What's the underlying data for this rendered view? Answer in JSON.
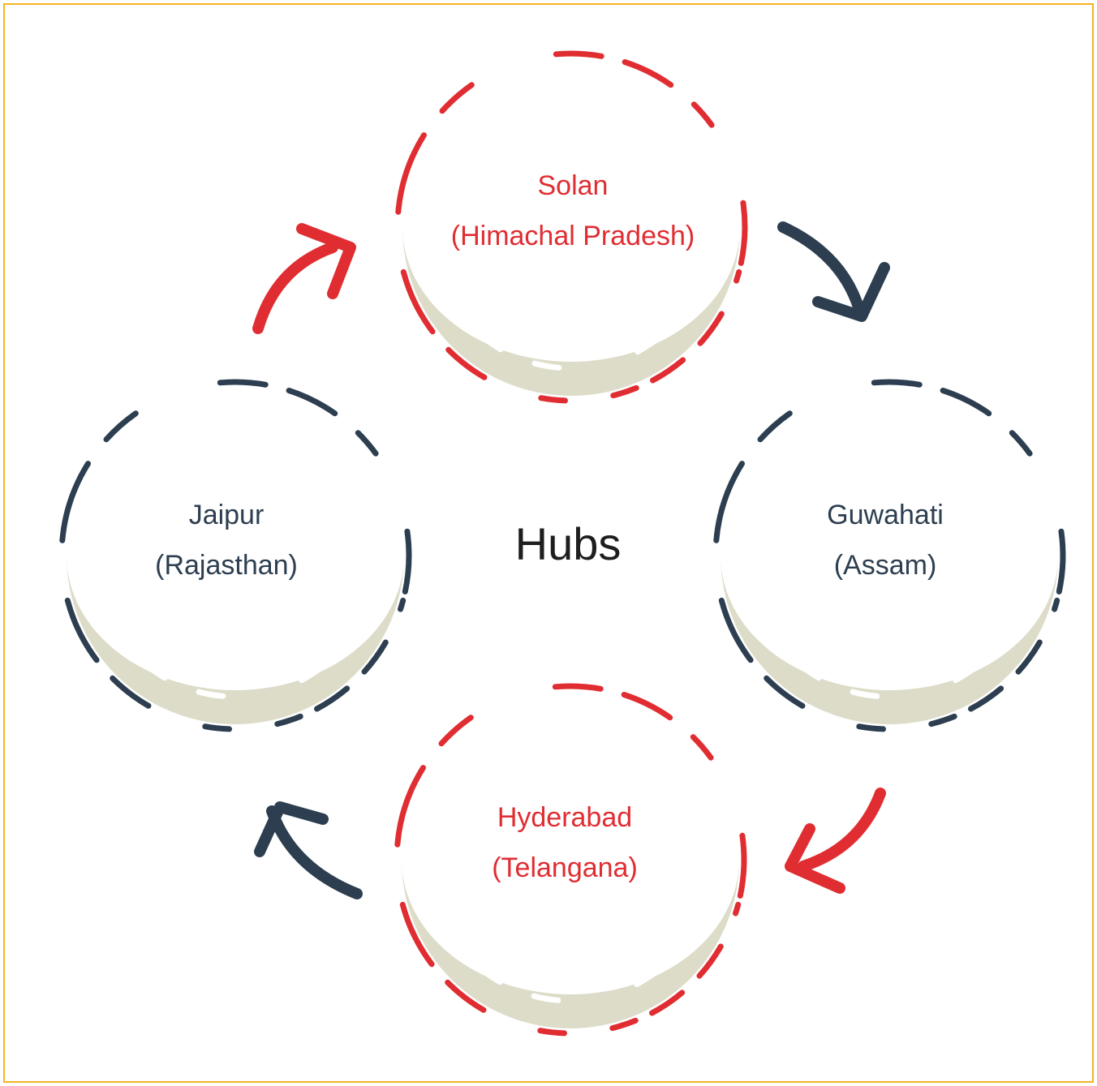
{
  "center": {
    "title": "Hubs"
  },
  "hubs": [
    {
      "id": "solan",
      "city": "Solan",
      "state": "(Himachal Pradesh)",
      "color": "#e02d32"
    },
    {
      "id": "guwahati",
      "city": "Guwahati",
      "state": "(Assam)",
      "color": "#2c3e50"
    },
    {
      "id": "hyderabad",
      "city": "Hyderabad",
      "state": "(Telangana)",
      "color": "#e02d32"
    },
    {
      "id": "jaipur",
      "city": "Jaipur",
      "state": "(Rajasthan)",
      "color": "#2c3e50"
    }
  ],
  "arrows": [
    {
      "from": "jaipur",
      "to": "solan",
      "color": "#e02d32"
    },
    {
      "from": "solan",
      "to": "guwahati",
      "color": "#2c3e50"
    },
    {
      "from": "guwahati",
      "to": "hyderabad",
      "color": "#e02d32"
    },
    {
      "from": "hyderabad",
      "to": "jaipur",
      "color": "#2c3e50"
    }
  ],
  "colors": {
    "border": "#f5b324",
    "crescent": "#dddcc9",
    "red": "#e02d32",
    "navy": "#2c3e50"
  }
}
